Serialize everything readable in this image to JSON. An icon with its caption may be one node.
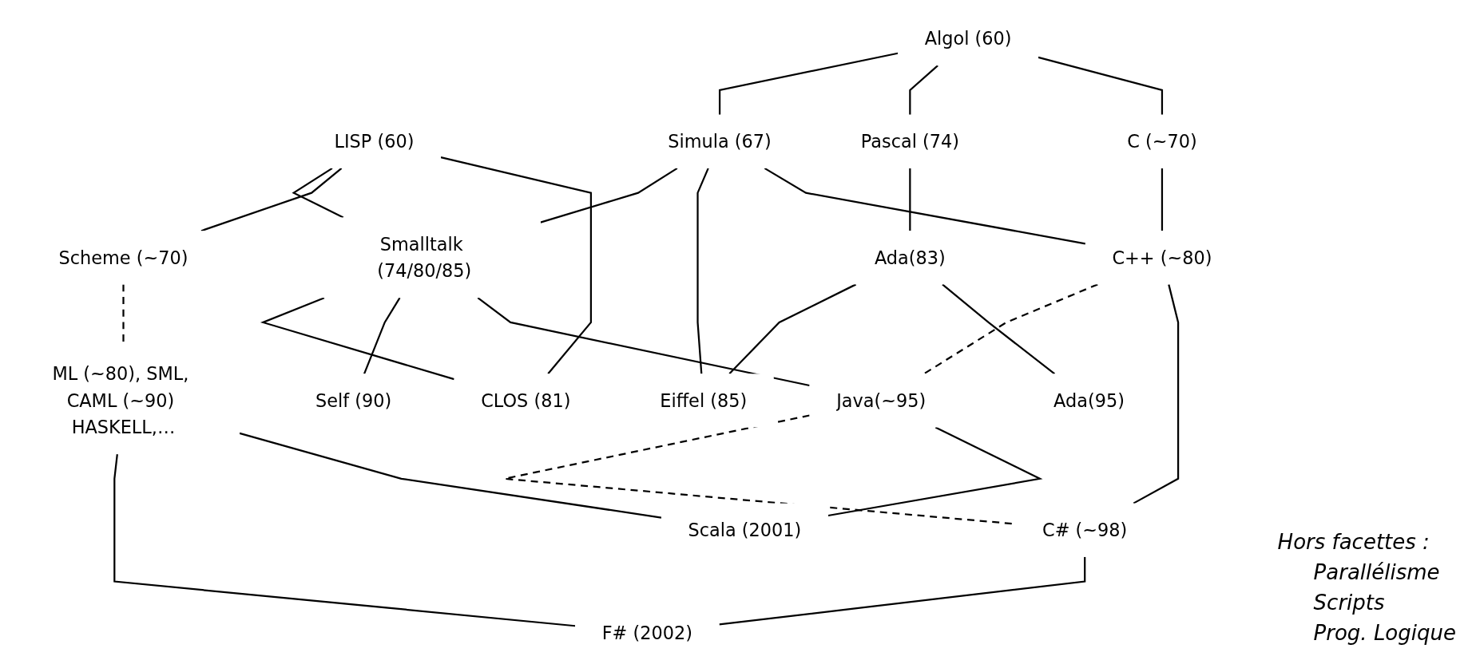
{
  "diagram": {
    "nodes": [
      {
        "text": [
          "Algol (60)"
        ]
      },
      {
        "text": [
          "LISP (60)"
        ]
      },
      {
        "text": [
          "Scheme (~70)"
        ]
      },
      {
        "text": [
          "Simula (67)"
        ]
      },
      {
        "text": [
          "Smalltalk (74/80/85)"
        ]
      },
      {
        "text": [
          "ML (~80), SML, CAML (~90) HASKELL,…"
        ]
      },
      {
        "text": [
          "C (~70)"
        ]
      },
      {
        "text": [
          "Pascal (74)"
        ]
      },
      {
        "text": [
          "CLOS (81)"
        ]
      },
      {
        "text": [
          "Ada(83)"
        ]
      },
      {
        "text": [
          "C++ (~80)"
        ]
      },
      {
        "text": [
          "Eiffel (85)"
        ]
      },
      {
        "text": [
          "Self (90)"
        ]
      },
      {
        "text": [
          "Ada(95)"
        ]
      },
      {
        "text": [
          "Java(~95)"
        ]
      },
      {
        "text": [
          "C# (~98)"
        ]
      },
      {
        "text": [
          "F# (2002)"
        ]
      },
      {
        "text": [
          "Scala (2001)"
        ]
      }
    ],
    "edges": [
      {
        "from": 0,
        "to": 3,
        "arrow": "none"
      },
      {
        "from": 0,
        "to": 7,
        "arrow": "none"
      },
      {
        "from": 0,
        "to": 6,
        "arrow": "none"
      },
      {
        "from": 1,
        "to": 4,
        "arrow": "none"
      },
      {
        "from": 1,
        "to": 2,
        "arrow": "none"
      },
      {
        "from": 1,
        "to": 8,
        "arrow": "none"
      },
      {
        "from": 2,
        "to": 5,
        "arrow": "none",
        "style": "dashed"
      },
      {
        "from": 3,
        "to": 4,
        "arrow": "none"
      },
      {
        "from": 3,
        "to": 11,
        "arrow": "none"
      },
      {
        "from": 3,
        "to": 10,
        "arrow": "none"
      },
      {
        "from": 4,
        "to": 8,
        "arrow": "none"
      },
      {
        "from": 4,
        "to": 12,
        "arrow": "none"
      },
      {
        "from": 4,
        "to": 14,
        "arrow": "none"
      },
      {
        "from": 6,
        "to": 10,
        "arrow": "none"
      },
      {
        "from": 7,
        "to": 9,
        "arrow": "none"
      },
      {
        "from": 9,
        "to": 11,
        "arrow": "none"
      },
      {
        "from": 9,
        "to": 13,
        "arrow": "none"
      },
      {
        "from": 10,
        "to": 14,
        "arrow": "none",
        "style": "dashed"
      },
      {
        "from": 10,
        "to": 15,
        "arrow": "none"
      },
      {
        "from": 14,
        "to": 15,
        "arrow": "none",
        "style": "dashed"
      },
      {
        "from": 14,
        "to": 17,
        "arrow": "none"
      },
      {
        "from": 15,
        "to": 16,
        "arrow": "none"
      },
      {
        "from": 5,
        "to": 16,
        "arrow": "none"
      },
      {
        "from": 5,
        "to": 17,
        "arrow": "none"
      }
    ],
    "labels": [
      "Hors facettes :",
      "Parallélisme",
      "Scripts",
      "Prog. Logique"
    ]
  }
}
